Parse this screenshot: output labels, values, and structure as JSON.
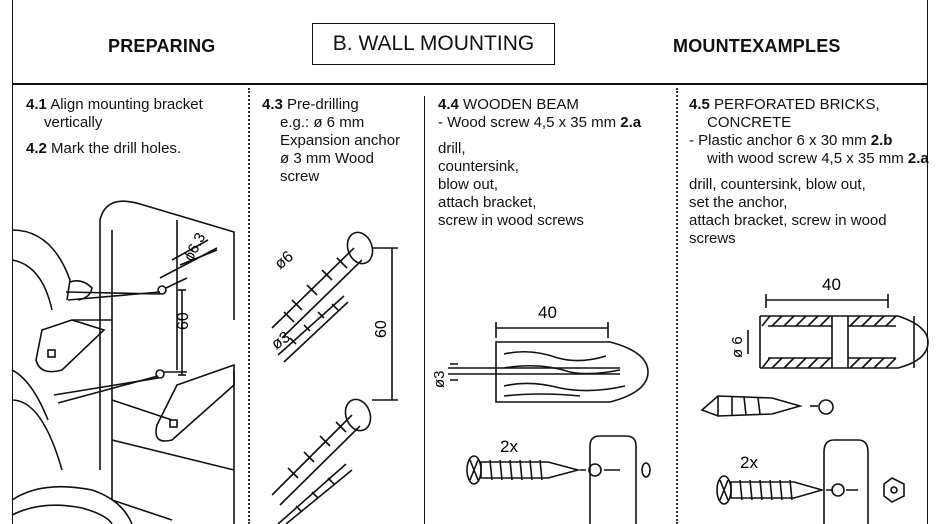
{
  "header": {
    "left": "PREPARING",
    "center": "B. WALL MOUNTING",
    "right": "MOUNTEXAMPLES"
  },
  "col1": {
    "step1_num": "4.1",
    "step1_text": "Align mounting bracket",
    "step1_text2": "vertically",
    "step2_num": "4.2",
    "step2_text": "Mark the drill holes.",
    "dim_63": "ϕ6.3",
    "dim_60": "60"
  },
  "col2": {
    "step_num": "4.3",
    "line1": "Pre-drilling",
    "line2": "e.g.: ø 6 mm",
    "line3": "Expansion anchor",
    "line4": "ø 3 mm Wood",
    "line5": "screw",
    "dim_o6": "ø6",
    "dim_o3": "ø3",
    "dim_60": "60"
  },
  "col3": {
    "step_num": "4.4",
    "title": "WOODEN BEAM",
    "spec_prefix": "- Wood screw 4,5 x 35 mm",
    "spec_ref": "2.a",
    "steps": [
      "drill,",
      "countersink,",
      "blow out,",
      "attach bracket,",
      "screw in wood screws"
    ],
    "dim_40": "40",
    "dim_o3": "ø3",
    "qty": "2x"
  },
  "col4": {
    "step_num": "4.5",
    "title1": "PERFORATED BRICKS,",
    "title2": "CONCRETE",
    "spec1_prefix": "- Plastic anchor 6 x 30 mm",
    "spec1_ref": "2.b",
    "spec2_prefix": "with wood screw 4,5 x 35 mm",
    "spec2_ref": "2.a",
    "steps": [
      "drill, countersink, blow out,",
      "set the anchor,",
      "attach bracket, screw in wood",
      "screws"
    ],
    "dim_40": "40",
    "dim_o6": "ø 6",
    "qty": "2x"
  }
}
